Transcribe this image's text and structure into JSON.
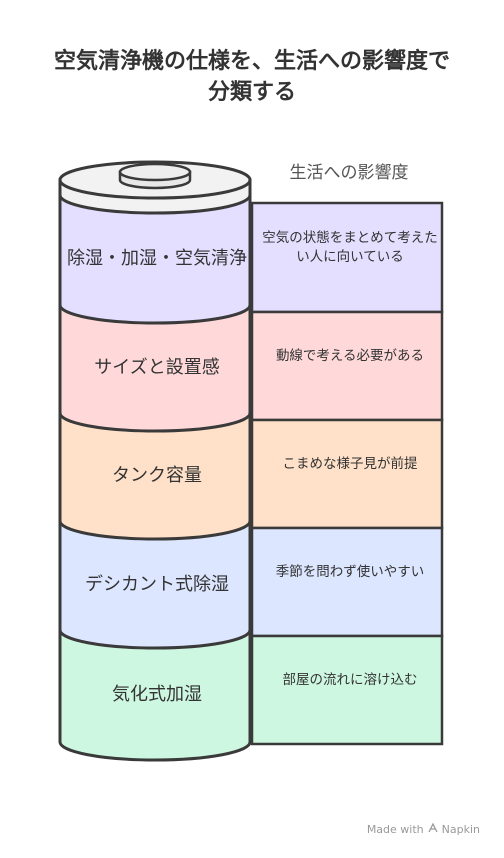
{
  "title": {
    "line1": "空気清浄機の仕様を、生活への影響度で",
    "line2": "分類する"
  },
  "legend": "生活への影響度",
  "colors": {
    "purple": "#e4deff",
    "pink": "#ffd9da",
    "orange": "#ffe1c9",
    "blue": "#dce6ff",
    "green": "#cdf7e0",
    "outline": "#3a3a3a",
    "cap": "#f2f2f2"
  },
  "segments": [
    {
      "label": "除湿・加湿・空気清浄",
      "description": "空気の状態をまとめて考えたい人に向いている"
    },
    {
      "label": "サイズと設置感",
      "description": "動線で考える必要がある"
    },
    {
      "label": "タンク容量",
      "description": "こまめな様子見が前提"
    },
    {
      "label": "デシカント式除湿",
      "description": "季節を問わず使いやすい"
    },
    {
      "label": "気化式加湿",
      "description": "部屋の流れに溶け込む"
    }
  ],
  "watermark": {
    "text": "Made with",
    "brand": "Napkin",
    "icon": "napkin-logo-icon"
  }
}
